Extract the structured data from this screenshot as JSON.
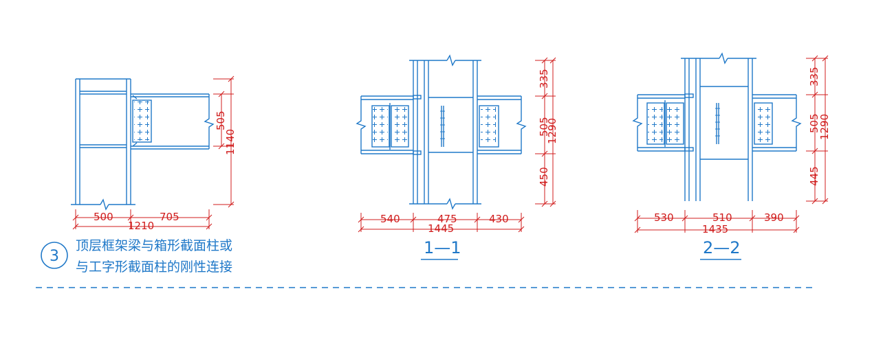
{
  "colors": {
    "steel": "#1f78c8",
    "dimension": "#d01c1c",
    "divider": "#1f78c8"
  },
  "detail1": {
    "dim_500": "500",
    "dim_705": "705",
    "dim_1210": "1210",
    "dim_505": "505",
    "dim_1140": "1140",
    "badge": "3",
    "caption_line1": "顶层框架梁与箱形截面柱或",
    "caption_line2": "与工字形截面柱的刚性连接"
  },
  "detail2": {
    "dim_540": "540",
    "dim_475": "475",
    "dim_430": "430",
    "dim_1445": "1445",
    "dim_335": "335",
    "dim_505": "505",
    "dim_450": "450",
    "dim_1290": "1290",
    "section_label": "1—1"
  },
  "detail3": {
    "dim_530": "530",
    "dim_510": "510",
    "dim_390": "390",
    "dim_1435": "1435",
    "dim_335": "335",
    "dim_505": "505",
    "dim_445": "445",
    "dim_1290": "1290",
    "section_label": "2—2"
  }
}
